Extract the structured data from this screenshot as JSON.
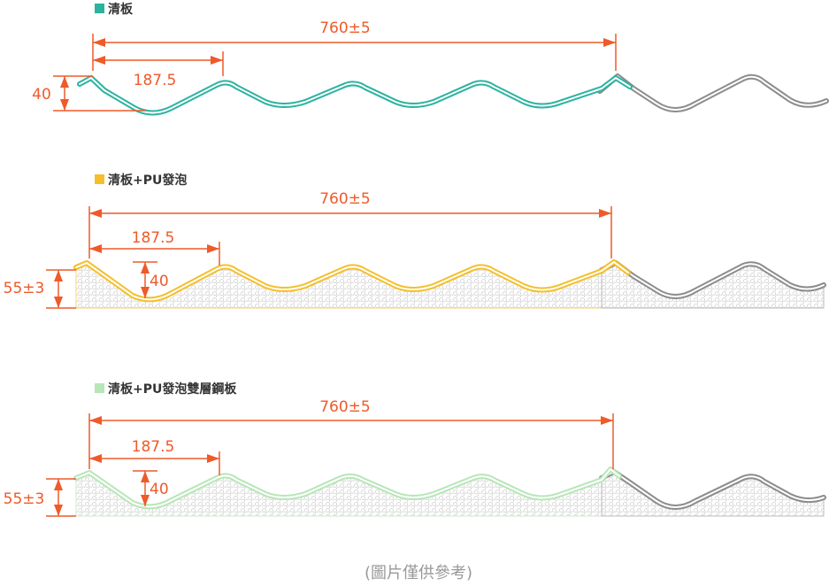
{
  "colors": {
    "dimension": "#ef5a29",
    "panel1": "#2bb3a0",
    "panel2": "#f4bf2b",
    "panel3": "#b8e6b8",
    "next_panel": "#8c8c8c",
    "foam_dots": "#c8c8c8",
    "footer_text": "#999999"
  },
  "panels": [
    {
      "legend": "清板",
      "width_dim": "760±5",
      "pitch_dim": "187.5",
      "height_dim": "40",
      "foam": false
    },
    {
      "legend": "清板+PU發泡",
      "width_dim": "760±5",
      "pitch_dim": "187.5",
      "height_dim": "40",
      "thickness_dim": "55±3",
      "foam": true
    },
    {
      "legend": "清板+PU發泡雙層鋼板",
      "width_dim": "760±5",
      "pitch_dim": "187.5",
      "height_dim": "40",
      "thickness_dim": "55±3",
      "foam": true
    }
  ],
  "footer": "(圖片僅供參考)"
}
